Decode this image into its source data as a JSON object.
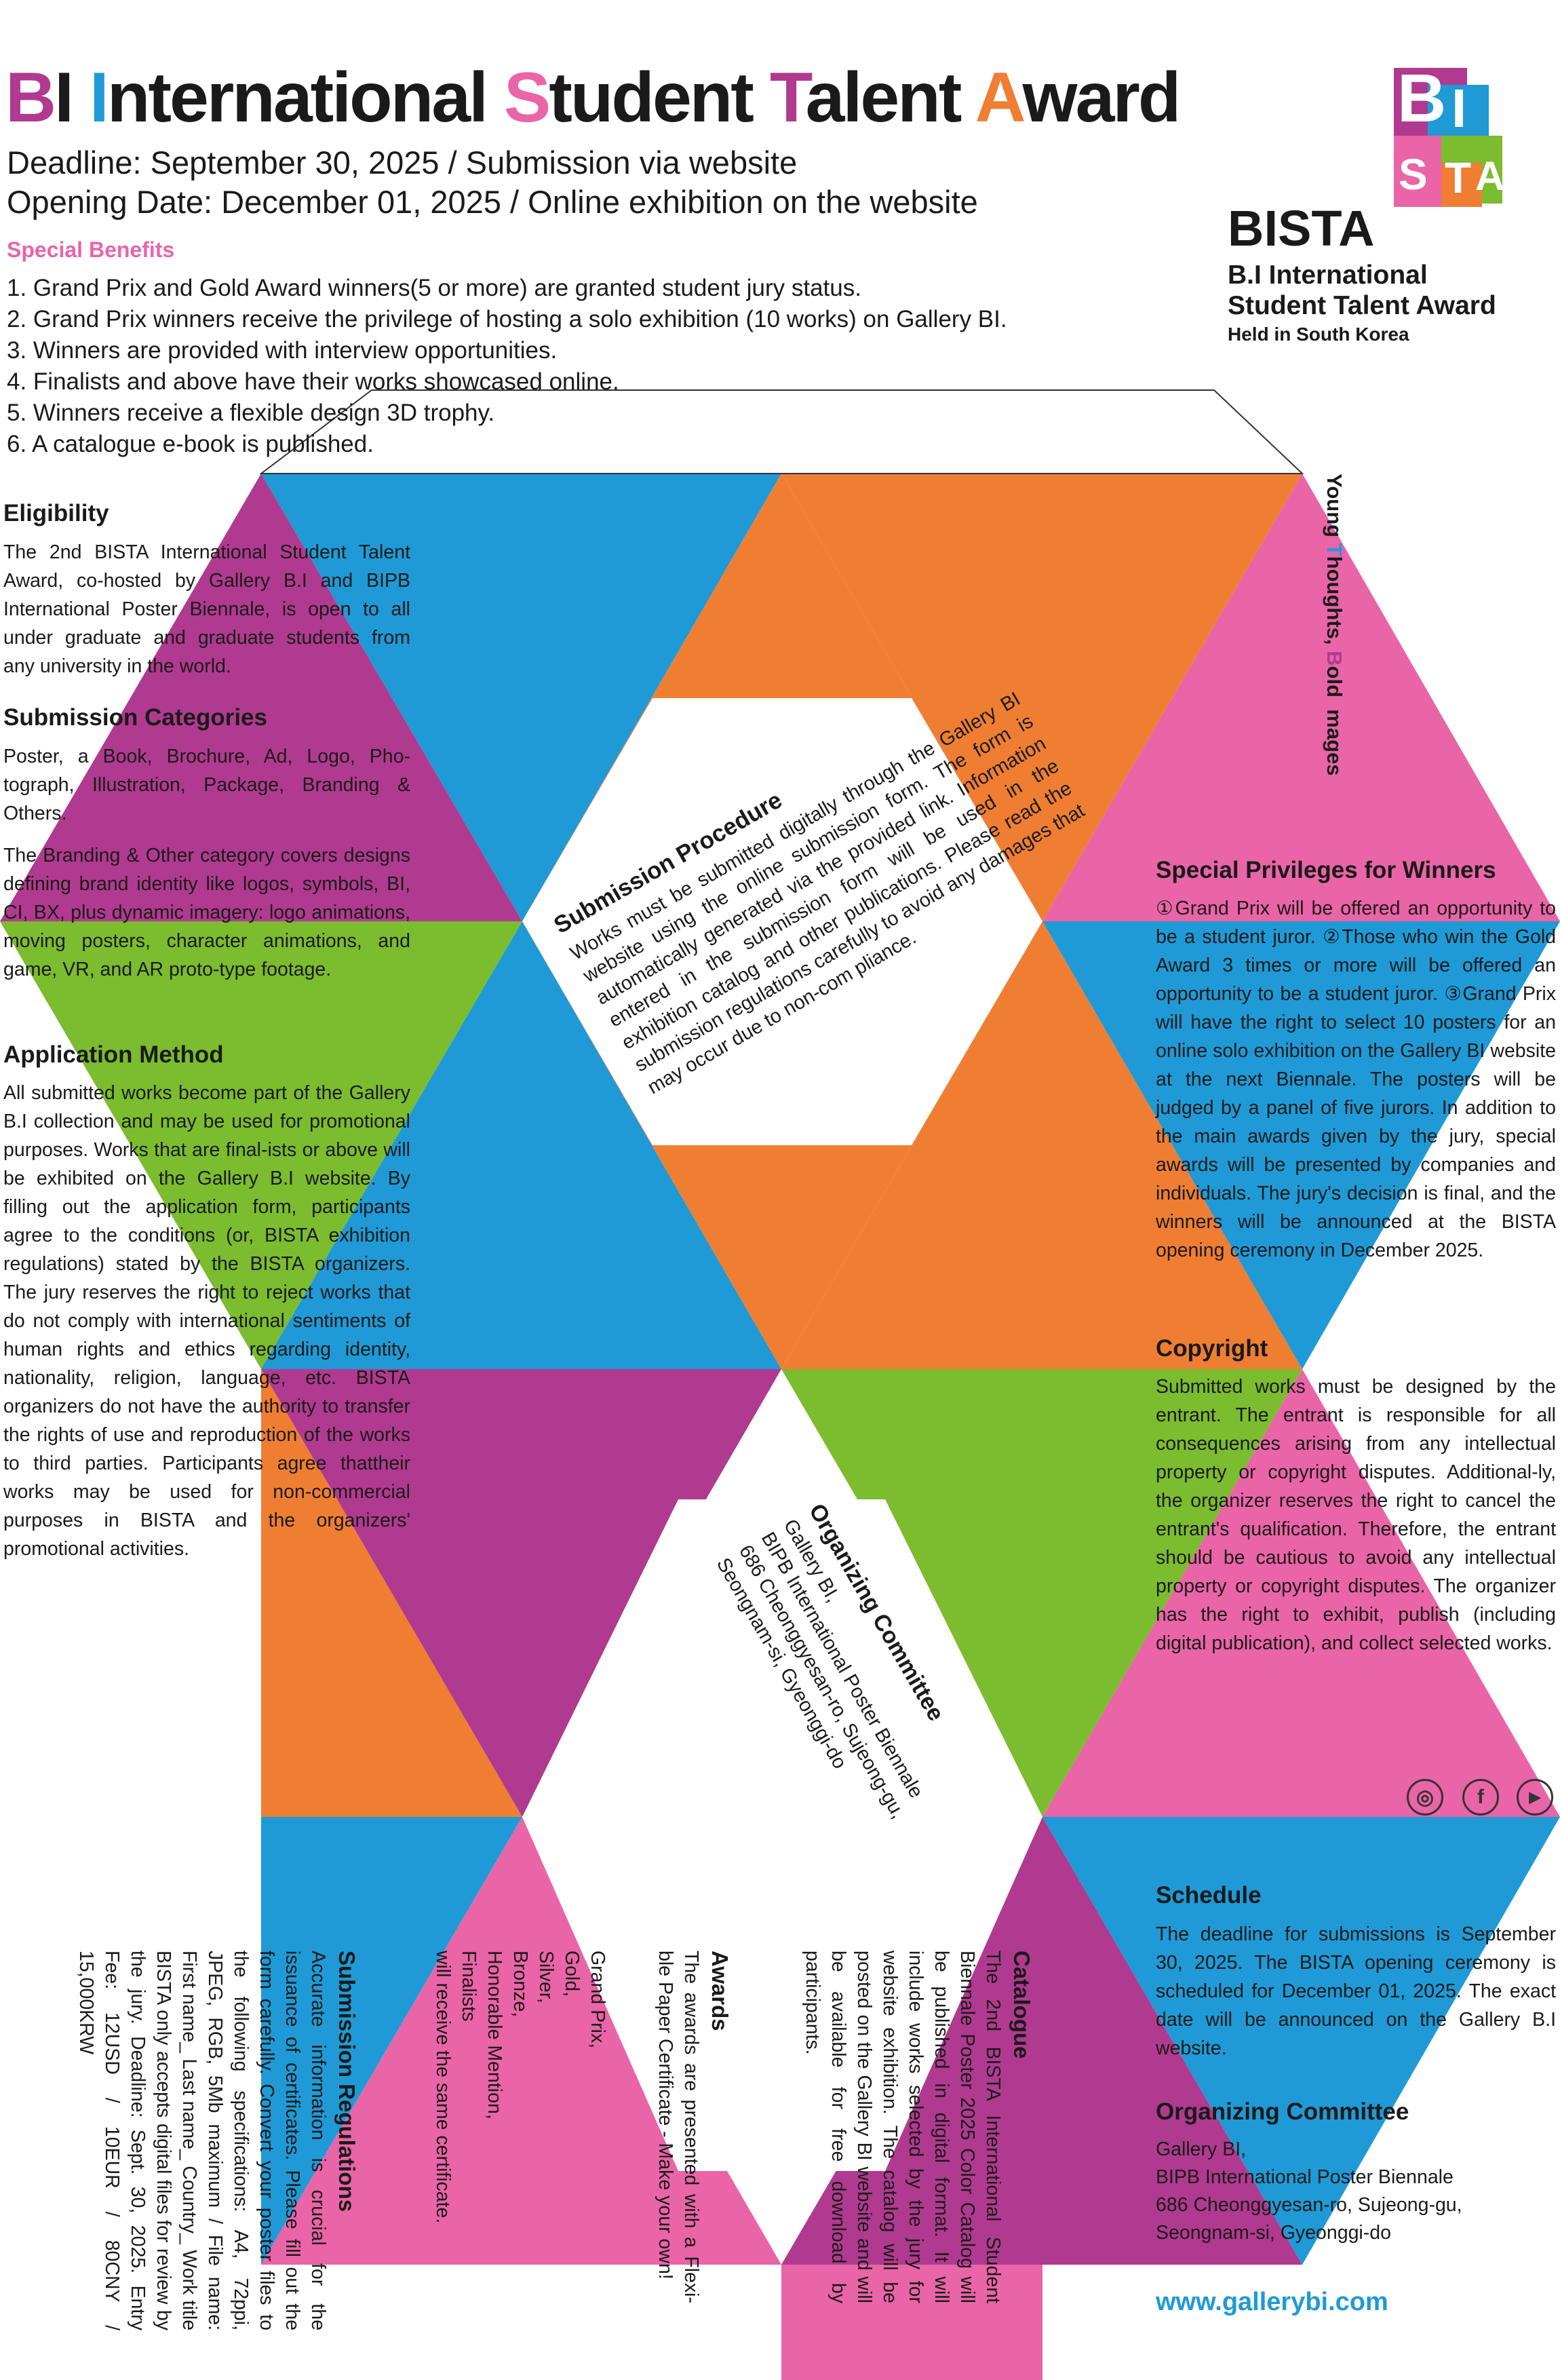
{
  "header": {
    "title_parts": [
      "B",
      "I ",
      "I",
      "nternational ",
      "S",
      "tudent ",
      "T",
      "alent ",
      "A",
      "ward"
    ],
    "deadline": "Deadline: September 30, 2025 / Submission via website",
    "opening": "Opening Date: December 01, 2025 / Online exhibition on the website"
  },
  "benefits": {
    "heading": "Special Benefits",
    "items": [
      "1. Grand Prix and Gold Award winners(5 or more) are granted student jury status.",
      "2. Grand Prix winners receive the privilege of hosting a solo exhibition (10 works) on Gallery BI.",
      "3. Winners are provided with interview opportunities.",
      "4. Finalists and above have their works showcased online.",
      "5. Winners receive a flexible design 3D trophy.",
      "6. A catalogue e-book is published."
    ]
  },
  "logo": {
    "mark_letters": [
      "B",
      "I",
      "S",
      "T",
      "A"
    ],
    "name": "BISTA",
    "subtitle_line1": "B.I International",
    "subtitle_line2": "Student Talent Award",
    "location": "Held in South Korea"
  },
  "tagline": {
    "parts": [
      "Young ",
      "T",
      "houghts, ",
      "B",
      "old ",
      "I",
      "mages"
    ]
  },
  "eligibility": {
    "heading": "Eligibility",
    "text": "The 2nd BISTA International Student Talent Award, co-hosted by Gallery B.I and BIPB International Poster Biennale, is open to all under graduate and graduate students from any university in the world."
  },
  "categories": {
    "heading": "Submission Categories",
    "text1": "Poster, a Book, Brochure, Ad, Logo, Pho-tograph, Illustration, Package, Branding & Others.",
    "text2": "The Branding & Other category covers designs defining brand identity like logos, symbols, BI, CI, BX, plus dynamic imagery: logo animations, moving posters, character animations, and game, VR, and AR proto-type footage."
  },
  "application": {
    "heading": "Application Method",
    "text": "All submitted works become part of the Gallery B.I collection and may be used for promotional purposes. Works that are final-ists or above will be exhibited on the Gallery B.I website. By filling out the application form, participants agree to the conditions (or, BISTA exhibition regulations) stated by the BISTA organizers. The jury reserves the right to reject works that do not comply with international sentiments of human rights and ethics regarding identity, nationality, religion, language, etc. BISTA organizers do not have the authority to transfer the rights of use and reproduction of the works to third parties. Participants agree thattheir works may be used for non-commercial purposes in BISTA and the organizers' promotional activities."
  },
  "procedure": {
    "heading": "Submission Procedure",
    "text": "Works must be submitted digitally through the Gallery BI website using the online submission form. The form is automatically generated via the provided link. Information entered in the submission form will be used in the exhibition catalog and other publications. Please read the submission regulations carefully to avoid any damages that may occur due to non-com pliance."
  },
  "privileges": {
    "heading": "Special Privileges for Winners",
    "text": "①Grand Prix will be offered an opportunity to be a student juror. ②Those who win the Gold Award 3 times or more will be offered an opportunity to be a student juror. ③Grand Prix will have the right to select 10 posters for an online solo exhibition on the Gallery BI website at the next Biennale. The posters will be judged by a panel of five jurors. In addition to the main awards given by the jury, special awards will be presented by companies and individuals. The jury's decision is final, and the winners will be announced at the BISTA opening ceremony in December 2025."
  },
  "copyright": {
    "heading": "Copyright",
    "text": "Submitted works must be designed by the entrant. The entrant is responsible for all consequences arising from any intellectual property or copyright disputes. Additional-ly, the organizer reserves the right to cancel the entrant's qualification. Therefore, the entrant should be cautious to avoid any intellectual property or copyright disputes. The organizer has the right to exhibit, publish (including digital publication), and collect selected works."
  },
  "organizing_center": {
    "heading": "Organizing Committee",
    "line1": "Gallery BI,",
    "line2": "BIPB International Poster Biennale",
    "line3": "686 Cheonggyesan-ro, Sujeong-gu,",
    "line4": "Seongnam-si, Gyeonggi-do"
  },
  "social": {
    "icons": [
      "instagram-icon",
      "facebook-icon",
      "youtube-icon"
    ],
    "glyph_instagram": "◎",
    "glyph_facebook": "f",
    "glyph_youtube": "▶"
  },
  "schedule": {
    "heading": "Schedule",
    "text": "The deadline for submissions is September 30, 2025. The BISTA opening ceremony is scheduled for December 01, 2025. The exact date will be announced on the Gallery B.I website."
  },
  "organizing_right": {
    "heading": "Organizing Committee",
    "line1": "Gallery BI,",
    "line2": "BIPB International Poster Biennale",
    "line3": "686 Cheonggyesan-ro, Sujeong-gu,",
    "line4": "Seongnam-si, Gyeonggi-do"
  },
  "website": "www.gallerybi.com",
  "regulations": {
    "heading": "Submission Regulations",
    "text": "Accurate information is crucial for the issuance of certificates. Please fill out the form carefully. Convert your poster files to the following specifications: A4, 72ppi, JPEG, RGB, 5Mb maximum / File name: First name_ Last name_ Country_ Work title BISTA only accepts digital files for review by the jury. Deadline: Sept. 30, 2025. Entry Fee: 12USD / 10EUR / 80CNY / 15,000KRW"
  },
  "prizes": {
    "lines": [
      "Grand Prix,",
      "Gold,",
      "Silver,",
      "Bronze,",
      "Honorable Mention,",
      "Finalists",
      "will receive the same certificate."
    ]
  },
  "awards": {
    "heading": "Awards",
    "text": "The awards are presented with a Flexi-ble Paper Certificate - Make your own!"
  },
  "catalogue": {
    "heading": "Catalogue",
    "text": "The 2nd BISTA International Student Biennale Poster 2025 Color Catalog will be published in digital format. It will include works selected by the jury for website exhibition. The catalog will be posted on the Gallery BI website and will be available for free download by participants."
  },
  "colors": {
    "magenta": "#b03a8f",
    "blue": "#1f9ad6",
    "orange": "#ef7e33",
    "pink": "#ea64a8",
    "green": "#7cbc2f"
  }
}
